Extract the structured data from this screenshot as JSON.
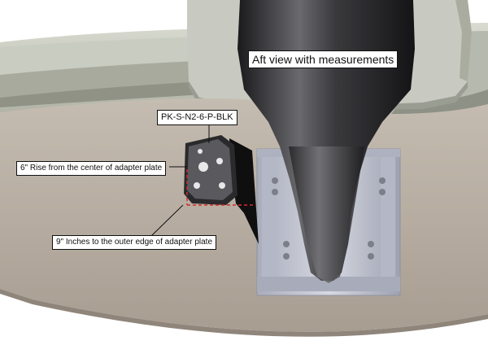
{
  "diagram": {
    "title": "Aft view with measurements",
    "part_number": "PK-S-N2-6-P-BLK",
    "rise_label": "6\" Rise from the center of adapter plate",
    "offset_label": "9\" Inches to the outer edge of adapter plate"
  },
  "colors": {
    "hull": "#b5aa9e",
    "deck": "#b9bcaf",
    "dashed_measure": "#d12b2b",
    "motor": "#2e2e30",
    "bracket": "#c4c7d2"
  }
}
